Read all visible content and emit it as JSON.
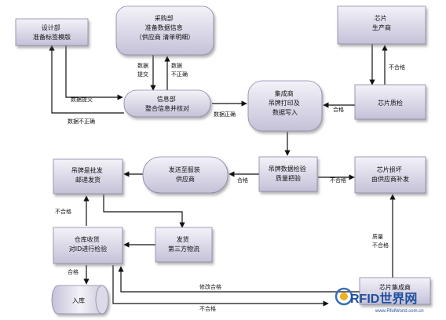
{
  "nodes": {
    "design": [
      "设计部",
      "准备标签模版"
    ],
    "purchase": [
      "采购部",
      "准备数据信息",
      "（供应商 清单明细）"
    ],
    "chip_maker": [
      "芯片",
      "生产商"
    ],
    "info": [
      "信息部",
      "整合信息并核对"
    ],
    "integrator": [
      "集成商",
      "吊牌打印及",
      "数据写入"
    ],
    "chip_qc": [
      "芯片质检"
    ],
    "hangtag_ship": [
      "吊牌是批发",
      "邮递发货"
    ],
    "send_supplier": [
      "发送至服装",
      "供应商"
    ],
    "hangtag_qc": [
      "吊牌数据检验",
      "质量把验"
    ],
    "chip_resend": [
      "芯片损坏",
      "由供应商补发"
    ],
    "warehouse": [
      "仓库收货",
      "对ID进行检验"
    ],
    "third_party": [
      "发货",
      "第三方物流"
    ],
    "storage": [
      "入库"
    ],
    "chip_integrator": [
      "芯片集成商"
    ]
  },
  "edge_labels": {
    "data_submit_a": "数据提交",
    "data_incorrect_a": "数据不正确",
    "data_submit_b": [
      "数据",
      "提交"
    ],
    "data_incorrect_b": [
      "数据",
      "不正确"
    ],
    "data_correct": "数据正确",
    "fail_chip": "不合格",
    "pass_chip": "合格",
    "pass_hangtag": "合格",
    "fail_hangtag": "不合格",
    "fail_warehouse": "不合格",
    "pass_warehouse": "合格",
    "quality_fail": [
      "质量",
      "不合格"
    ],
    "fix_pass": "修改合格",
    "fail_bottom": "不合格"
  },
  "watermark": {
    "logo": "RFID世界网",
    "url": "www.RfidWorld.com.cn"
  },
  "colors": {
    "node_fill_top": "#f1f0f6",
    "node_fill_bottom": "#c6c3d9",
    "node_stroke": "#8a86a8",
    "line": "#111111"
  }
}
